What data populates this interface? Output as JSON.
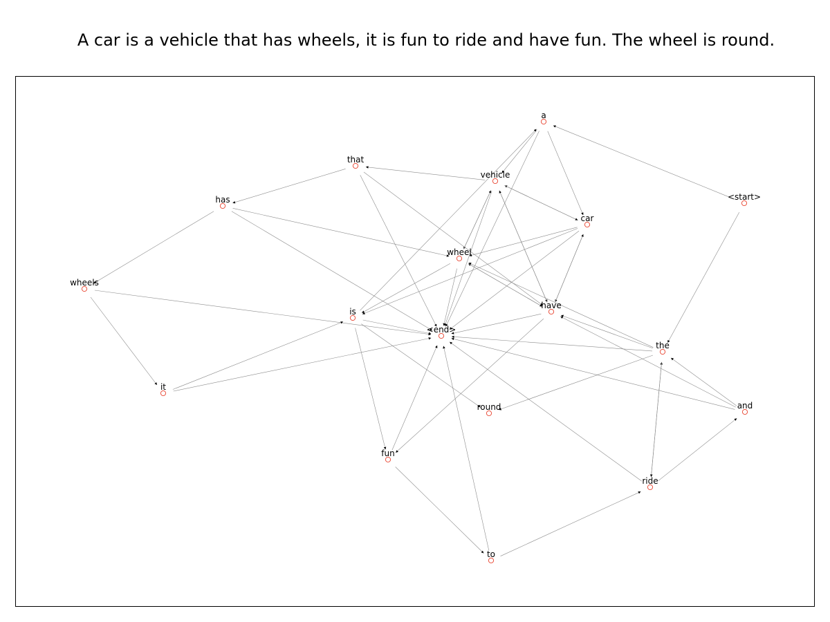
{
  "title": "A car is a vehicle that has wheels, it is fun to ride and have fun. The wheel is round.",
  "style": {
    "edge_color": "#8a8a8a",
    "arrow_color": "#000000",
    "node_stroke": "#e8402c",
    "node_fill": "#ffffff",
    "frame_color": "#000000"
  },
  "graph": {
    "nodes": [
      {
        "id": "a",
        "label": "a"
      },
      {
        "id": "that",
        "label": "that"
      },
      {
        "id": "vehicle",
        "label": "vehicle"
      },
      {
        "id": "has",
        "label": "has"
      },
      {
        "id": "start",
        "label": "<start>"
      },
      {
        "id": "car",
        "label": "car"
      },
      {
        "id": "wheel",
        "label": "wheel"
      },
      {
        "id": "wheels",
        "label": "wheels"
      },
      {
        "id": "have",
        "label": "have"
      },
      {
        "id": "is",
        "label": "is"
      },
      {
        "id": "end",
        "label": "<end>"
      },
      {
        "id": "the",
        "label": "the"
      },
      {
        "id": "it",
        "label": "it"
      },
      {
        "id": "and",
        "label": "and"
      },
      {
        "id": "round",
        "label": "round"
      },
      {
        "id": "fun",
        "label": "fun"
      },
      {
        "id": "ride",
        "label": "ride"
      },
      {
        "id": "to",
        "label": "to"
      }
    ],
    "edges": [
      [
        "start",
        "a"
      ],
      [
        "start",
        "the"
      ],
      [
        "a",
        "car"
      ],
      [
        "a",
        "vehicle"
      ],
      [
        "a",
        "end"
      ],
      [
        "car",
        "is"
      ],
      [
        "car",
        "wheel"
      ],
      [
        "car",
        "vehicle"
      ],
      [
        "car",
        "end"
      ],
      [
        "car",
        "have"
      ],
      [
        "is",
        "a"
      ],
      [
        "is",
        "fun"
      ],
      [
        "is",
        "round"
      ],
      [
        "is",
        "end"
      ],
      [
        "vehicle",
        "that"
      ],
      [
        "vehicle",
        "wheel"
      ],
      [
        "vehicle",
        "end"
      ],
      [
        "vehicle",
        "car"
      ],
      [
        "vehicle",
        "have"
      ],
      [
        "that",
        "has"
      ],
      [
        "that",
        "end"
      ],
      [
        "that",
        "have"
      ],
      [
        "has",
        "wheels"
      ],
      [
        "has",
        "wheel"
      ],
      [
        "has",
        "end"
      ],
      [
        "wheels",
        "it"
      ],
      [
        "wheels",
        "end"
      ],
      [
        "it",
        "is"
      ],
      [
        "it",
        "end"
      ],
      [
        "fun",
        "to"
      ],
      [
        "fun",
        "end"
      ],
      [
        "to",
        "ride"
      ],
      [
        "to",
        "end"
      ],
      [
        "ride",
        "and"
      ],
      [
        "ride",
        "end"
      ],
      [
        "ride",
        "the"
      ],
      [
        "and",
        "have"
      ],
      [
        "and",
        "the"
      ],
      [
        "and",
        "end"
      ],
      [
        "have",
        "fun"
      ],
      [
        "have",
        "car"
      ],
      [
        "have",
        "vehicle"
      ],
      [
        "have",
        "end"
      ],
      [
        "have",
        "wheel"
      ],
      [
        "the",
        "wheel"
      ],
      [
        "the",
        "ride"
      ],
      [
        "the",
        "round"
      ],
      [
        "the",
        "end"
      ],
      [
        "the",
        "have"
      ],
      [
        "wheel",
        "is"
      ],
      [
        "wheel",
        "end"
      ],
      [
        "wheel",
        "vehicle"
      ],
      [
        "wheel",
        "have"
      ]
    ]
  }
}
